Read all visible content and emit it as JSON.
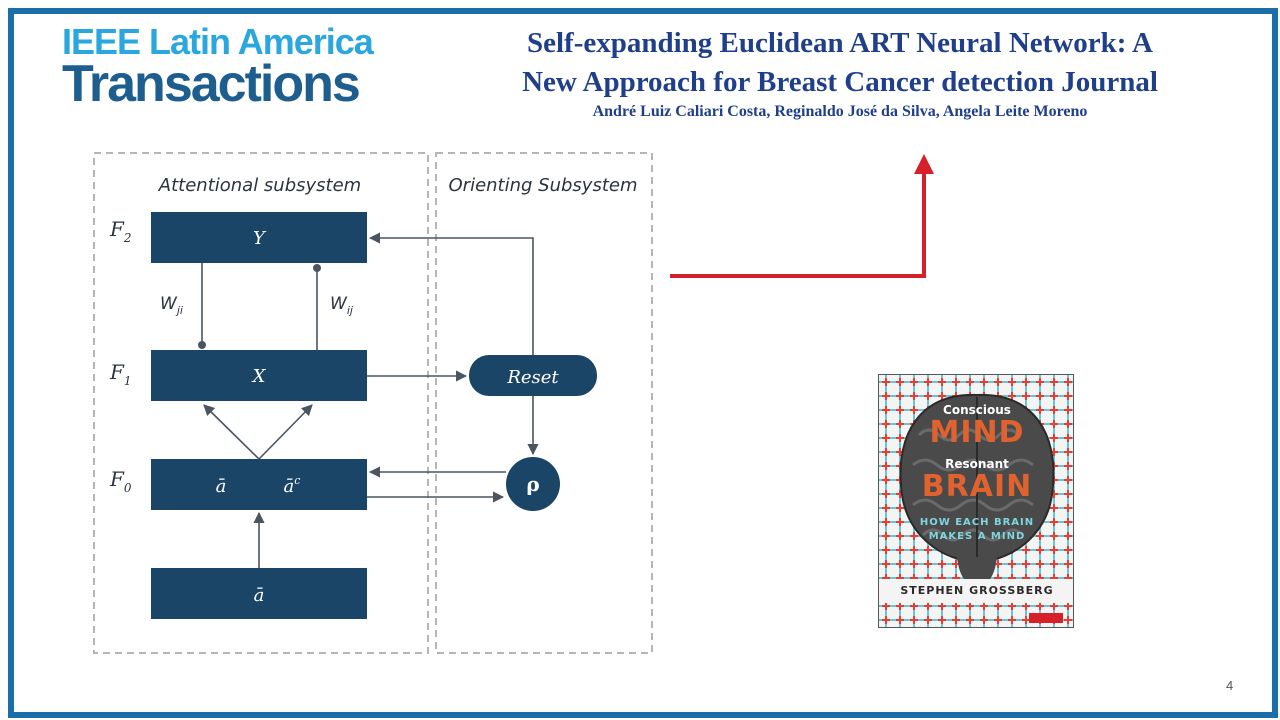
{
  "logo": {
    "line1": "IEEE Latin America",
    "line2": "Transactions"
  },
  "title": {
    "line1": "Self-expanding Euclidean ART Neural Network: A",
    "line2": "New Approach for Breast Cancer detection Journal",
    "authors": "André Luiz Caliari Costa, Reginaldo José da Silva, Angela Leite Moreno"
  },
  "diagram": {
    "attentional_label": "Attentional subsystem",
    "orienting_label": "Orienting Subsystem",
    "layers": {
      "f2": "F",
      "f2_sub": "2",
      "f1": "F",
      "f1_sub": "1",
      "f0": "F",
      "f0_sub": "0"
    },
    "boxes": {
      "y": "Y",
      "x": "X",
      "f0_a": "ā",
      "f0_ac": "ā",
      "f0_ac_sup": "c",
      "input_a": "ā"
    },
    "weights": {
      "w_ji": "W",
      "w_ji_sub": "ji",
      "w_ij": "W",
      "w_ij_sub": "ij"
    },
    "reset": "Reset",
    "rho": "ρ"
  },
  "book": {
    "conscious": "Conscious",
    "mind": "MIND",
    "resonant": "Resonant",
    "brain": "BRAIN",
    "subtitle_1": "HOW EACH BRAIN",
    "subtitle_2": "MAKES A MIND",
    "author": "STEPHEN GROSSBERG"
  },
  "page_number": "4",
  "colors": {
    "frame": "#1a6fa8",
    "box": "#1b4566",
    "arrow_red": "#d6202a",
    "title": "#1f3f8a"
  }
}
